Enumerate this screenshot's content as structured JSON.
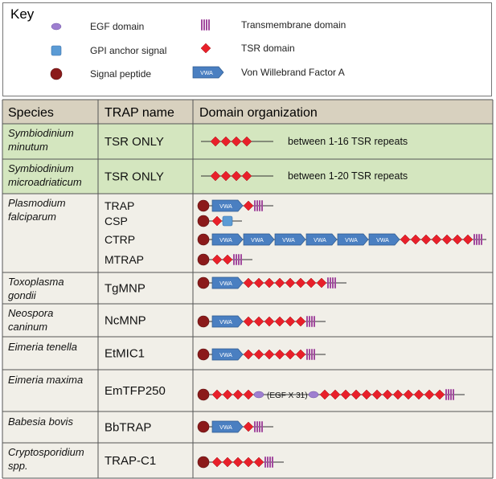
{
  "key": {
    "title": "Key",
    "items": [
      {
        "symbol": "egf",
        "label": "EGF domain"
      },
      {
        "symbol": "gpi",
        "label": "GPI anchor signal"
      },
      {
        "symbol": "sig",
        "label": "Signal peptide"
      },
      {
        "symbol": "tm",
        "label": "Transmembrane domain"
      },
      {
        "symbol": "tsr",
        "label": "TSR domain"
      },
      {
        "symbol": "vwa",
        "label": "Von Willebrand Factor A"
      }
    ],
    "vwa_label": "VWA"
  },
  "table": {
    "headers": [
      "Species",
      "TRAP name",
      "Domain organization"
    ],
    "rows": [
      {
        "species": [
          "Symbiodinium",
          "minutum"
        ],
        "traps": [
          "TSR ONLY"
        ],
        "highlight": true,
        "diagrams": [
          {
            "seq": [
              "line",
              "tsr",
              "tsr",
              "tsr",
              "tsr",
              "line"
            ],
            "note": "between 1-16 TSR repeats"
          }
        ]
      },
      {
        "species": [
          "Symbiodinium",
          "microadriaticum"
        ],
        "traps": [
          "TSR ONLY"
        ],
        "highlight": true,
        "diagrams": [
          {
            "seq": [
              "line",
              "tsr",
              "tsr",
              "tsr",
              "tsr",
              "line"
            ],
            "note": "between 1-20 TSR repeats"
          }
        ]
      },
      {
        "species": [
          "Plasmodium",
          "falciparum"
        ],
        "traps": [
          "TRAP",
          "CSP",
          "CTRP",
          "MTRAP"
        ],
        "highlight": false,
        "diagrams": [
          {
            "seq": [
              "sig",
              "vwa",
              "tsr",
              "tm"
            ],
            "note": ""
          },
          {
            "seq": [
              "sig",
              "tsr",
              "gpi"
            ],
            "note": ""
          },
          {
            "seq": [
              "sig",
              "vwa",
              "vwa",
              "vwa",
              "vwa",
              "vwa",
              "vwa",
              "tsr",
              "tsr",
              "tsr",
              "tsr",
              "tsr",
              "tsr",
              "tsr",
              "tm"
            ],
            "note": ""
          },
          {
            "seq": [
              "sig",
              "tsr",
              "tsr",
              "tm"
            ],
            "note": ""
          }
        ]
      },
      {
        "species": [
          "Toxoplasma",
          "gondii"
        ],
        "traps": [
          "TgMNP"
        ],
        "highlight": false,
        "diagrams": [
          {
            "seq": [
              "sig",
              "vwa",
              "tsr",
              "tsr",
              "tsr",
              "tsr",
              "tsr",
              "tsr",
              "tsr",
              "tsr",
              "tm"
            ],
            "note": ""
          }
        ]
      },
      {
        "species": [
          "Neospora",
          "caninum"
        ],
        "traps": [
          "NcMNP"
        ],
        "highlight": false,
        "diagrams": [
          {
            "seq": [
              "sig",
              "vwa",
              "tsr",
              "tsr",
              "tsr",
              "tsr",
              "tsr",
              "tsr",
              "tm"
            ],
            "note": ""
          }
        ]
      },
      {
        "species": [
          "Eimeria tenella"
        ],
        "traps": [
          "EtMIC1"
        ],
        "highlight": false,
        "diagrams": [
          {
            "seq": [
              "sig",
              "vwa",
              "tsr",
              "tsr",
              "tsr",
              "tsr",
              "tsr",
              "tsr",
              "tm"
            ],
            "note": ""
          }
        ]
      },
      {
        "species": [
          "Eimeria maxima"
        ],
        "traps": [
          "EmTFP250"
        ],
        "highlight": false,
        "diagrams": [
          {
            "seq": [
              "sig",
              "tsr",
              "tsr",
              "tsr",
              "tsr",
              "egf",
              "egf_text",
              "egf",
              "tsr",
              "tsr",
              "tsr",
              "tsr",
              "tsr",
              "tsr",
              "tsr",
              "tsr",
              "tsr",
              "tsr",
              "tsr",
              "tsr",
              "tm"
            ],
            "note": "",
            "inline_text": "(EGF X 31)"
          }
        ]
      },
      {
        "species": [
          "Babesia bovis"
        ],
        "traps": [
          "BbTRAP"
        ],
        "highlight": false,
        "diagrams": [
          {
            "seq": [
              "sig",
              "vwa",
              "tsr",
              "tm"
            ],
            "note": ""
          }
        ]
      },
      {
        "species": [
          "Cryptosporidium",
          "spp."
        ],
        "traps": [
          "TRAP-C1"
        ],
        "highlight": false,
        "diagrams": [
          {
            "seq": [
              "sig",
              "tsr",
              "tsr",
              "tsr",
              "tsr",
              "tsr",
              "tm"
            ],
            "note": ""
          }
        ]
      }
    ]
  },
  "colors": {
    "header_bg": "#d8d1bf",
    "green_bg": "#d4e6bf",
    "row_bg": "#f1efe8",
    "border": "#555555",
    "tsr": "#e8202a",
    "sig": "#8b1a1a",
    "vwa": "#4a7fc1",
    "gpi": "#5b9bd5",
    "egf": "#9e7fd0",
    "tm": "#a24a9e"
  }
}
